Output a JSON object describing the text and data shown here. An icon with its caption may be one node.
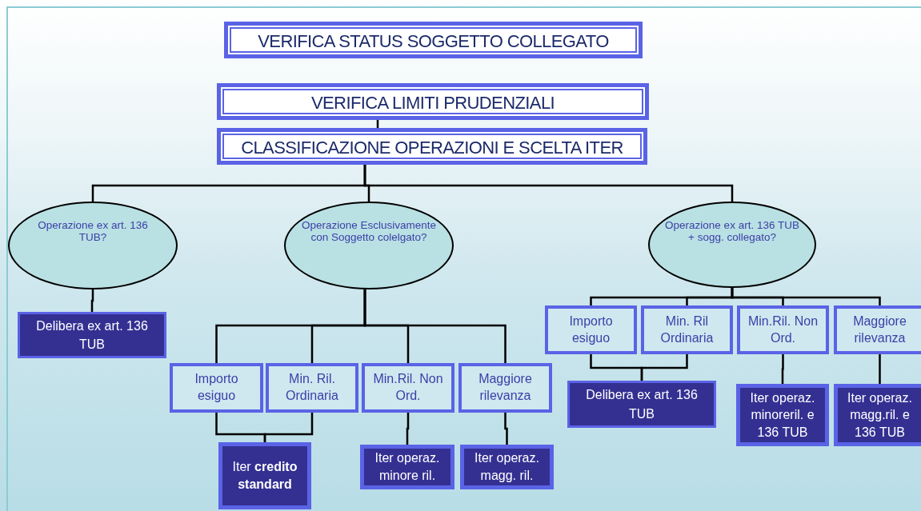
{
  "diagram": {
    "nodes": [
      {
        "text": [
          "VERIFICA STATUS SOGGETTO  COLLEGATO"
        ]
      },
      {
        "text": [
          "VERIFICA LIMITI PRUDENZIALI"
        ]
      },
      {
        "text": [
          "CLASSIFICAZIONE OPERAZIONI E SCELTA ITER"
        ]
      },
      {
        "text": [
          "Operazione ex art. 136 TUB?"
        ]
      },
      {
        "text": [
          "Operazione Esclusivamente con Soggetto colelgato?"
        ]
      },
      {
        "text": [
          "Operazione ex art. 136 TUB + sogg. collegato?"
        ]
      },
      {
        "text": [
          "Delibera ex art. 136 TUB"
        ]
      },
      {
        "text": [
          "Importo esiguo"
        ]
      },
      {
        "text": [
          "Min.  Ril. Ordinaria"
        ]
      },
      {
        "text": [
          "Min.Ril. Non Ord."
        ]
      },
      {
        "text": [
          "Maggiore rilevanza"
        ]
      },
      {
        "text": [
          "Iter **credito standard**"
        ]
      },
      {
        "text": [
          "Iter operaz. minore ril."
        ]
      },
      {
        "text": [
          "Iter operaz. magg. ril."
        ]
      },
      {
        "text": [
          "Importo esiguo"
        ]
      },
      {
        "text": [
          "Min. Ril Ordinaria"
        ]
      },
      {
        "text": [
          "Min.Ril. Non Ord."
        ]
      },
      {
        "text": [
          "Maggiore rilevanza"
        ]
      },
      {
        "text": [
          "Delibera ex art. 136 TUB"
        ]
      },
      {
        "text": [
          "Iter operaz. minoreril. e 136 TUB"
        ]
      },
      {
        "text": [
          "Iter operaz. magg.ril. e 136 TUB"
        ]
      }
    ],
    "edges": [
      {
        "from": 1,
        "to": 2,
        "arrow": "none"
      },
      {
        "from": 2,
        "to": 3,
        "arrow": "none"
      },
      {
        "from": 2,
        "to": 4,
        "arrow": "none"
      },
      {
        "from": 2,
        "to": 5,
        "arrow": "none"
      },
      {
        "from": 3,
        "to": 6,
        "arrow": "none"
      },
      {
        "from": 4,
        "to": 7,
        "arrow": "none"
      },
      {
        "from": 4,
        "to": 8,
        "arrow": "none"
      },
      {
        "from": 4,
        "to": 9,
        "arrow": "none"
      },
      {
        "from": 4,
        "to": 10,
        "arrow": "none"
      },
      {
        "from": 7,
        "to": 11,
        "arrow": "none"
      },
      {
        "from": 8,
        "to": 11,
        "arrow": "none"
      },
      {
        "from": 9,
        "to": 12,
        "arrow": "none"
      },
      {
        "from": 10,
        "to": 13,
        "arrow": "none"
      },
      {
        "from": 5,
        "to": 14,
        "arrow": "none"
      },
      {
        "from": 5,
        "to": 15,
        "arrow": "none"
      },
      {
        "from": 5,
        "to": 16,
        "arrow": "none"
      },
      {
        "from": 5,
        "to": 17,
        "arrow": "none"
      },
      {
        "from": 14,
        "to": 18,
        "arrow": "none"
      },
      {
        "from": 15,
        "to": 18,
        "arrow": "none"
      },
      {
        "from": 16,
        "to": 19,
        "arrow": "none"
      },
      {
        "from": 17,
        "to": 20,
        "arrow": "none"
      }
    ]
  }
}
